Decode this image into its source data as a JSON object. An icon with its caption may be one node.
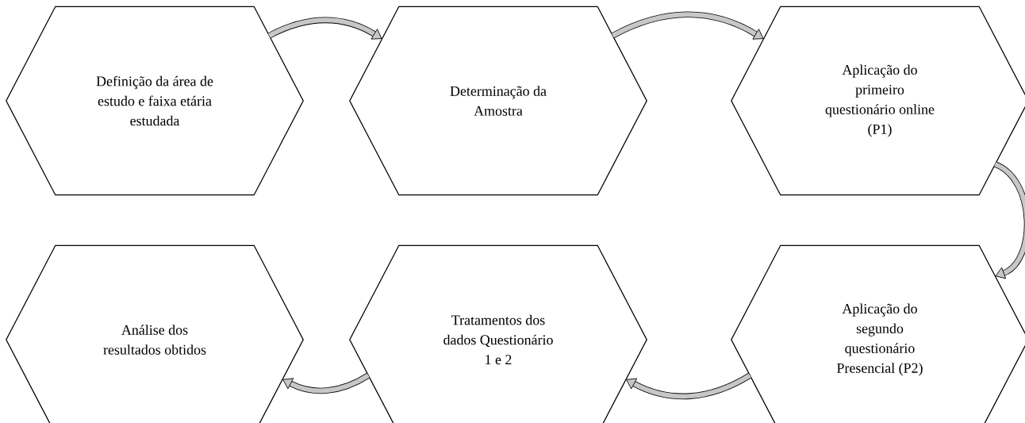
{
  "diagram": {
    "nodes": [
      {
        "text": [
          "Definição da área de estudo e faixa etária estudada"
        ]
      },
      {
        "text": [
          "Determinação da Amostra"
        ]
      },
      {
        "text": [
          "Aplicação do primeiro questionário online (P1)"
        ]
      },
      {
        "text": [
          "Análise dos resultados obtidos"
        ]
      },
      {
        "text": [
          "Tratamentos dos dados Questionário 1 e 2"
        ]
      },
      {
        "text": [
          "Aplicação do segundo questionário Presencial (P2)"
        ]
      }
    ],
    "edges": [
      {
        "from": 0,
        "to": 1,
        "arrow": "to"
      },
      {
        "from": 1,
        "to": 2,
        "arrow": "to"
      },
      {
        "from": 2,
        "to": 5,
        "arrow": "to"
      },
      {
        "from": 5,
        "to": 4,
        "arrow": "to"
      },
      {
        "from": 4,
        "to": 3,
        "arrow": "to"
      }
    ]
  }
}
